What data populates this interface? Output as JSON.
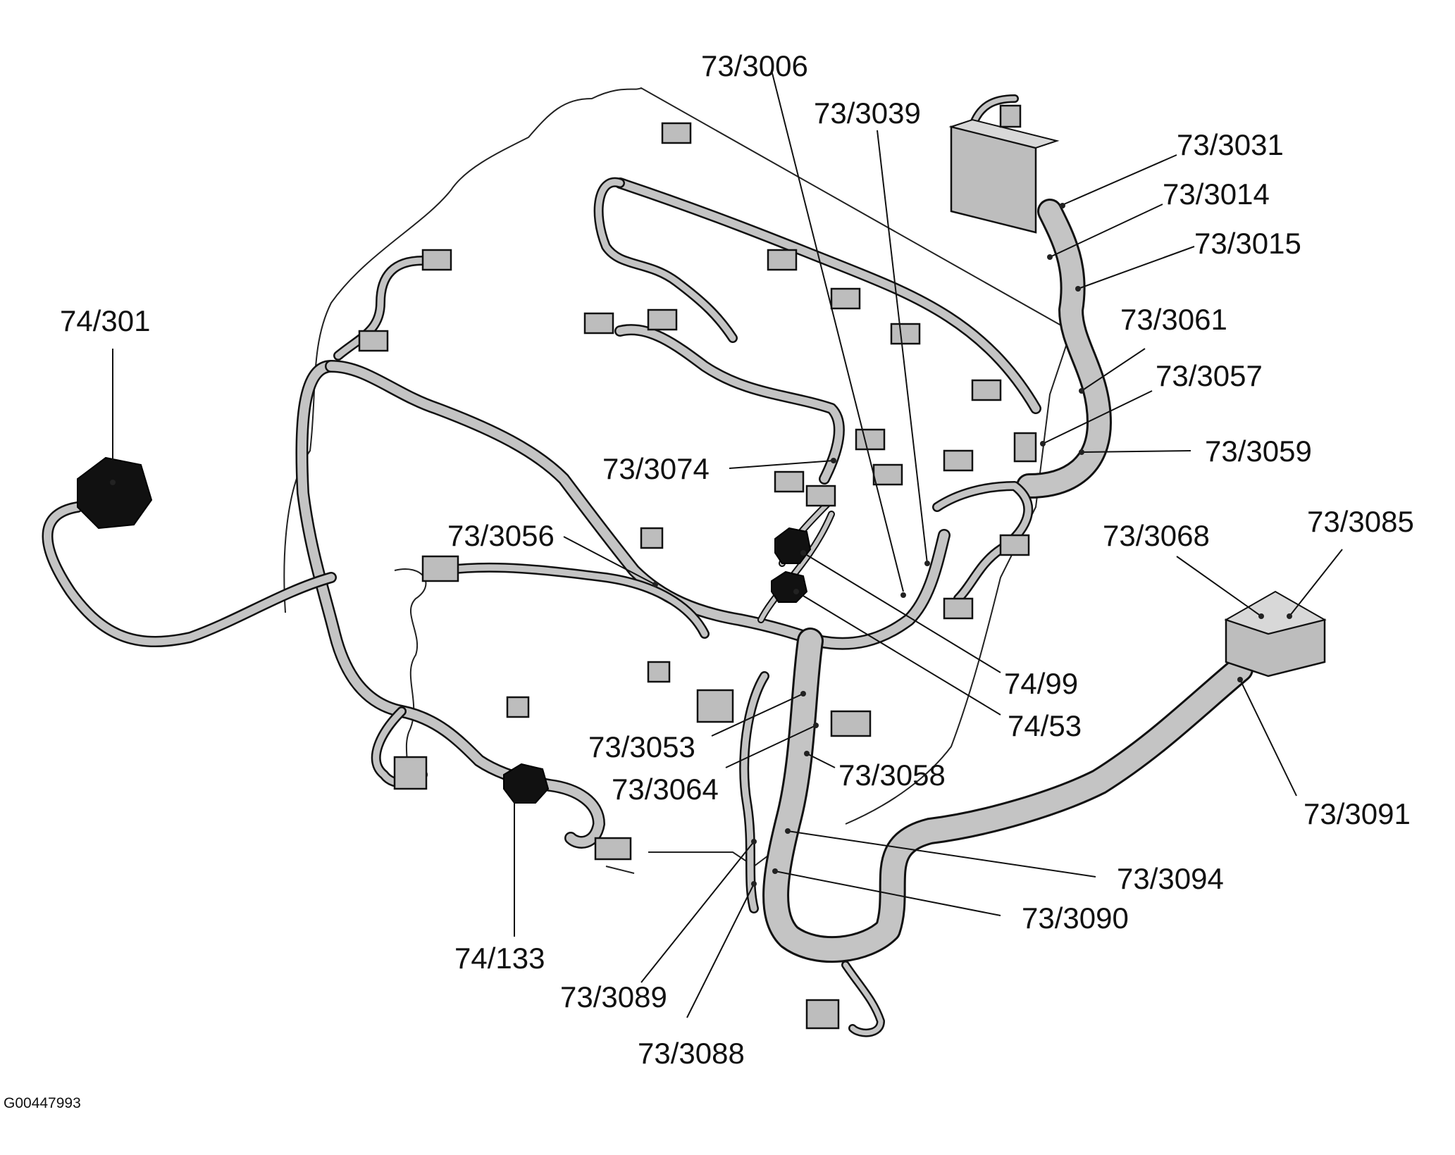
{
  "colors": {
    "harness_fill": "#c4c4c4",
    "connector_fill": "#bdbdbd",
    "connector_top": "#d8d8d8",
    "dark_connector": "#111111",
    "line": "#111111",
    "background": "#ffffff"
  },
  "figure_code": "G00447993",
  "callouts": [
    {
      "id": "c-73-3006",
      "text": "73/3006"
    },
    {
      "id": "c-73-3039",
      "text": "73/3039"
    },
    {
      "id": "c-73-3031",
      "text": "73/3031"
    },
    {
      "id": "c-73-3014",
      "text": "73/3014"
    },
    {
      "id": "c-73-3015",
      "text": "73/3015"
    },
    {
      "id": "c-73-3061",
      "text": "73/3061"
    },
    {
      "id": "c-73-3057",
      "text": "73/3057"
    },
    {
      "id": "c-73-3059",
      "text": "73/3059"
    },
    {
      "id": "c-74-301",
      "text": "74/301"
    },
    {
      "id": "c-73-3074",
      "text": "73/3074"
    },
    {
      "id": "c-73-3056",
      "text": "73/3056"
    },
    {
      "id": "c-73-3068",
      "text": "73/3068"
    },
    {
      "id": "c-73-3085",
      "text": "73/3085"
    },
    {
      "id": "c-74-99",
      "text": "74/99"
    },
    {
      "id": "c-74-53",
      "text": "74/53"
    },
    {
      "id": "c-73-3053",
      "text": "73/3053"
    },
    {
      "id": "c-73-3064",
      "text": "73/3064"
    },
    {
      "id": "c-73-3058",
      "text": "73/3058"
    },
    {
      "id": "c-73-3091",
      "text": "73/3091"
    },
    {
      "id": "c-73-3094",
      "text": "73/3094"
    },
    {
      "id": "c-73-3090",
      "text": "73/3090"
    },
    {
      "id": "c-74-133",
      "text": "74/133"
    },
    {
      "id": "c-73-3089",
      "text": "73/3089"
    },
    {
      "id": "c-73-3088",
      "text": "73/3088"
    }
  ]
}
